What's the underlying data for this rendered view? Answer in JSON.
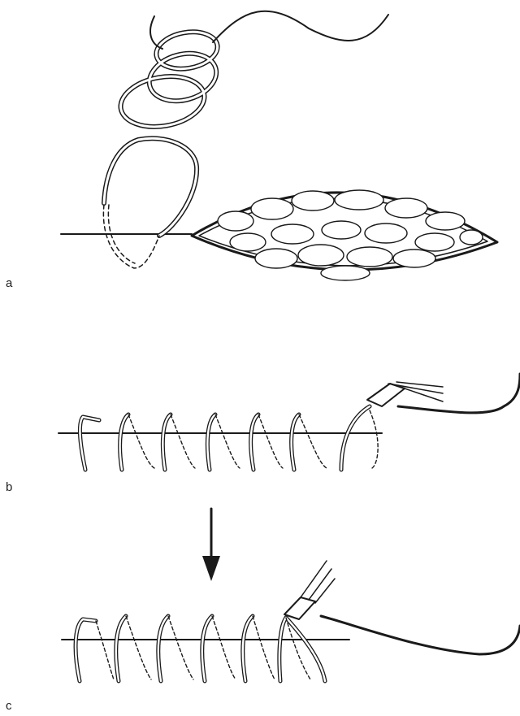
{
  "panels": [
    {
      "label": "a",
      "content": "running-suture-start-with-knot"
    },
    {
      "label": "b",
      "content": "continuous-suture-before-tightening"
    },
    {
      "label": "c",
      "content": "continuous-suture-after-tightening"
    }
  ],
  "colors": {
    "ink": "#1a1a1a",
    "paper": "#ffffff"
  },
  "arrow": {
    "direction": "down",
    "from_panel": "b",
    "to_panel": "c"
  }
}
